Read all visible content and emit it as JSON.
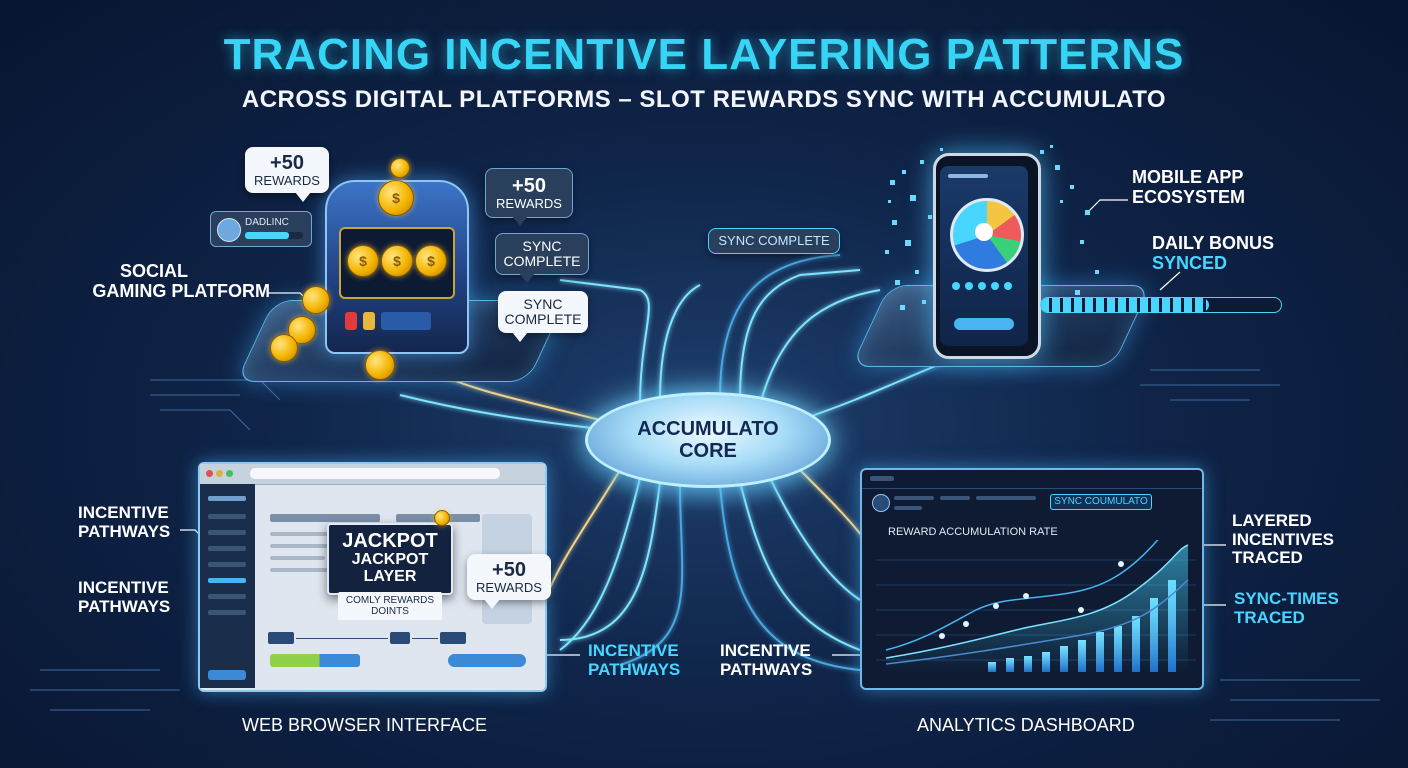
{
  "title": "TRACING INCENTIVE LAYERING PATTERNS",
  "subtitle": "ACROSS DIGITAL PLATFORMS – SLOT REWARDS SYNC WITH ACCUMULATO",
  "core": {
    "line1": "ACCUMULATO",
    "line2": "CORE"
  },
  "social": {
    "label_line1": "SOCIAL",
    "label_line2": "GAMING PLATFORM",
    "bubble1_value": "+50",
    "bubble1_text": "REWARDS",
    "bubble2_value": "+50",
    "bubble2_text": "REWARDS",
    "sync1_line1": "SYNC",
    "sync1_line2": "COMPLETE",
    "sync2_line1": "SYNC",
    "sync2_line2": "COMPLETE",
    "user_card_text": "DADLINC",
    "coin_symbol": "$"
  },
  "mobile": {
    "label_line1": "MOBILE APP",
    "label_line2": "ECOSYSTEM",
    "bonus_line1": "DAILY BONUS",
    "bonus_line2": "SYNCED",
    "sync_badge": "SYNC COMPLETE"
  },
  "web": {
    "label": "WEB BROWSER INTERFACE",
    "pathways1_line1": "INCENTIVE",
    "pathways1_line2": "PATHWAYS",
    "pathways2_line1": "INCENTIVE",
    "pathways2_line2": "PATHWAYS",
    "jackpot_line1": "JACKPOT",
    "jackpot_line2": "JACKPOT",
    "jackpot_line3": "LAYER",
    "rewards_note_line1": "COMLY REWARDS",
    "rewards_note_line2": "DOINTS",
    "bubble_value": "+50",
    "bubble_text": "REWARDS"
  },
  "center_pathways": {
    "left_line1": "INCENTIVE",
    "left_line2": "PATHWAYS",
    "right_line1": "INCENTIVE",
    "right_line2": "PATHWAYS"
  },
  "analytics": {
    "label": "ANALYTICS DASHBOARD",
    "chart_title": "REWARD ACCUMULATION RATE",
    "sync_badge": "SYNC COUMULATO",
    "layered_line1": "LAYERED",
    "layered_line2": "INCENTIVES",
    "layered_line3": "TRACED",
    "sync_times_line1": "SYNC-TIMES",
    "sync_times_line2": "TRACED"
  },
  "colors": {
    "accent_cyan": "#36d4f5",
    "wire": "#7fe4ff",
    "background": "#0f2448"
  }
}
